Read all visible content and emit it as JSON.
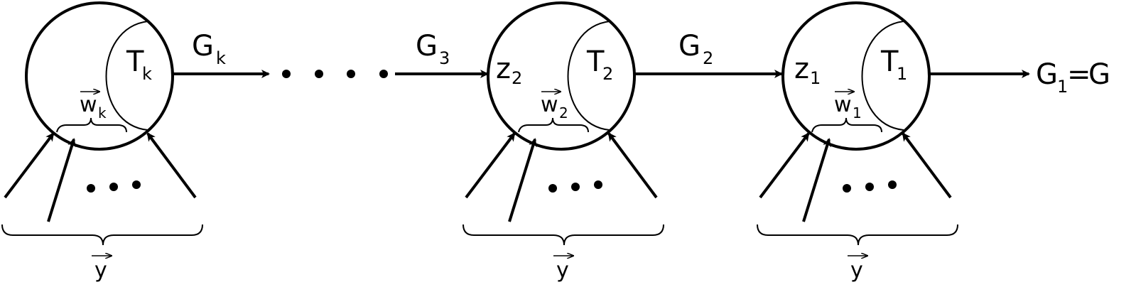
{
  "edges": [
    {
      "base": "G",
      "sub": "k"
    },
    {
      "base": "G",
      "sub": "3"
    },
    {
      "base": "G",
      "sub": "2"
    }
  ],
  "output": {
    "left_base": "G",
    "left_sub": "1",
    "eq": "=",
    "right": "G"
  },
  "nodes": [
    {
      "T_base": "T",
      "T_sub": "k",
      "w_base": "w",
      "w_sub": "k",
      "y_label": "y",
      "z_base": "",
      "z_sub": ""
    },
    {
      "T_base": "T",
      "T_sub": "2",
      "w_base": "w",
      "w_sub": "2",
      "y_label": "y",
      "z_base": "z",
      "z_sub": "2"
    },
    {
      "T_base": "T",
      "T_sub": "1",
      "w_base": "w",
      "w_sub": "1",
      "y_label": "y",
      "z_base": "z",
      "z_sub": "1"
    }
  ],
  "ellipsis": "• • • •"
}
